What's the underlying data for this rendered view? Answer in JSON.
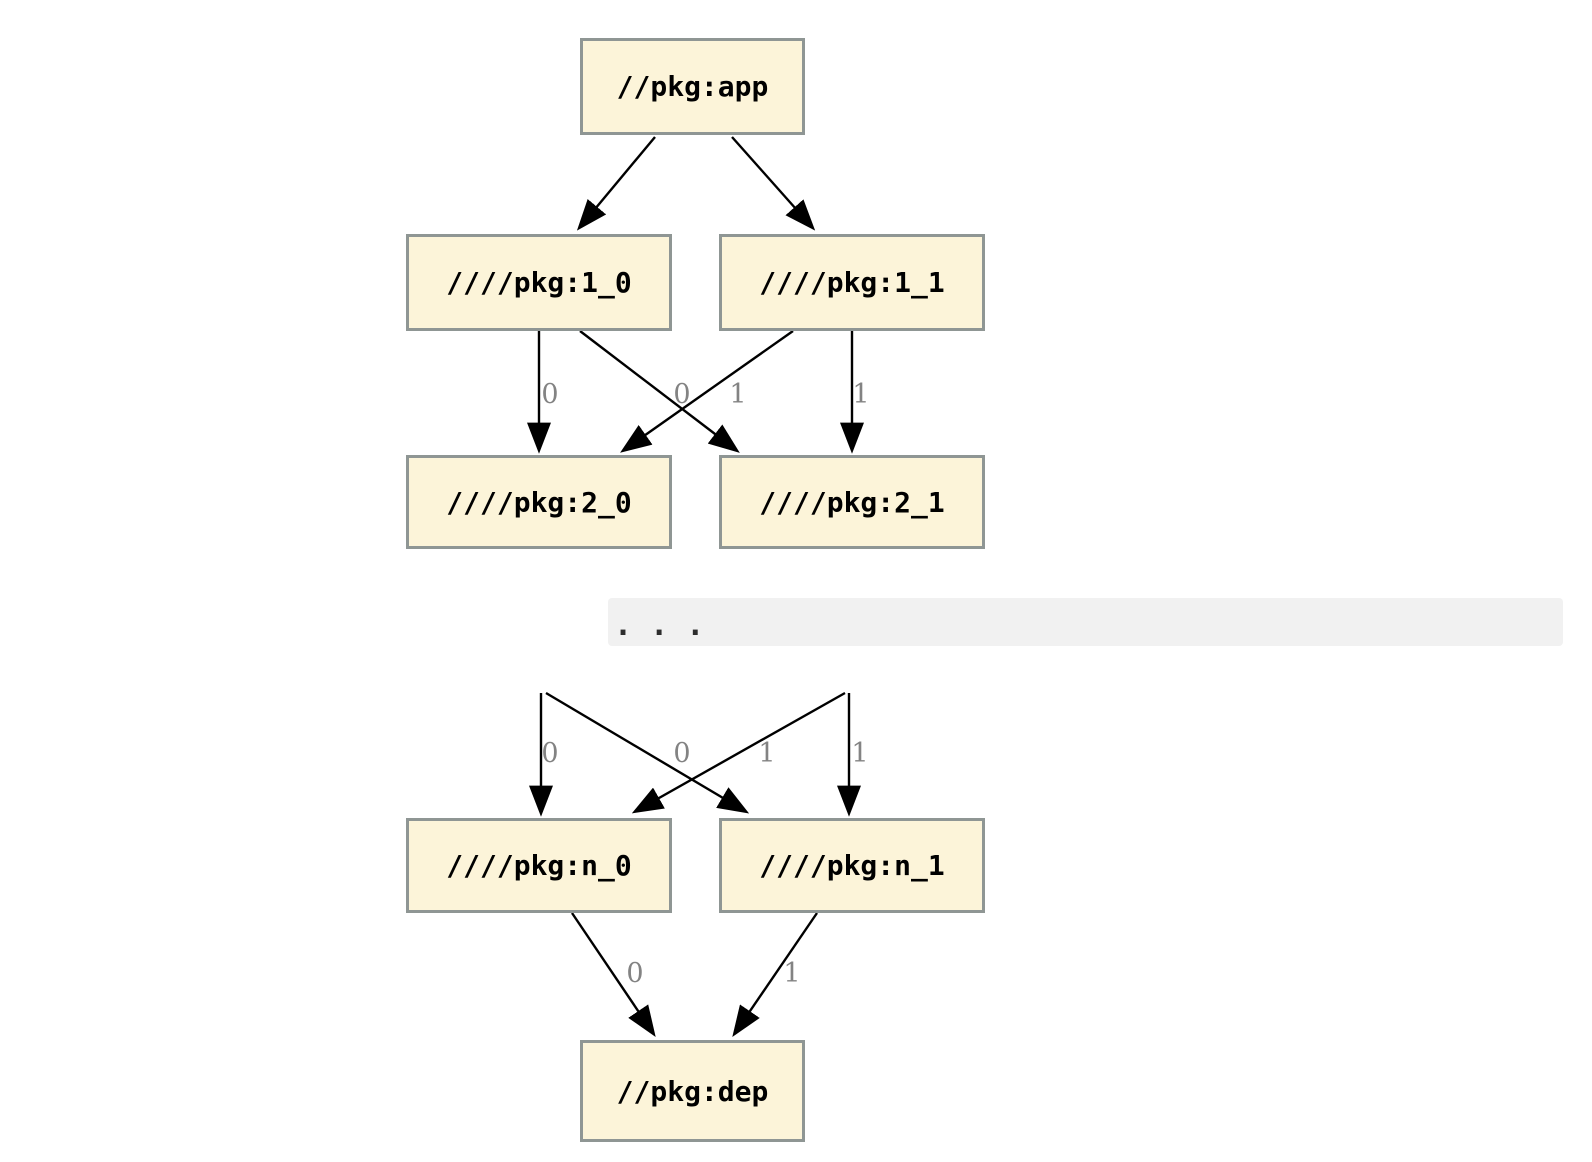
{
  "diagram": {
    "type": "dependency-graph",
    "ellipsis": ". . .",
    "colors": {
      "node_fill": "#fcf4d9",
      "node_border": "#8f9694",
      "edge": "#000000",
      "edge_label": "#838383",
      "ellipsis_band_background": "#f1f1f1",
      "ellipsis_dots": "#2d2d2d"
    },
    "nodes": {
      "app": {
        "label": "//pkg:app"
      },
      "1_0": {
        "label": "////pkg:1_0"
      },
      "1_1": {
        "label": "////pkg:1_1"
      },
      "2_0": {
        "label": "////pkg:2_0"
      },
      "2_1": {
        "label": "////pkg:2_1"
      },
      "n_0": {
        "label": "////pkg:n_0"
      },
      "n_1": {
        "label": "////pkg:n_1"
      },
      "dep": {
        "label": "//pkg:dep"
      }
    },
    "edges": [
      {
        "from": "//pkg:app",
        "to": "////pkg:1_0",
        "label": ""
      },
      {
        "from": "//pkg:app",
        "to": "////pkg:1_1",
        "label": ""
      },
      {
        "from": "////pkg:1_0",
        "to": "////pkg:2_0",
        "label": "0"
      },
      {
        "from": "////pkg:1_0",
        "to": "////pkg:2_1",
        "label": "1"
      },
      {
        "from": "////pkg:1_1",
        "to": "////pkg:2_0",
        "label": "0"
      },
      {
        "from": "////pkg:1_1",
        "to": "////pkg:2_1",
        "label": "1"
      },
      {
        "from": "...",
        "to": "////pkg:n_0",
        "label": "0"
      },
      {
        "from": "...",
        "to": "////pkg:n_1",
        "label": "1"
      },
      {
        "from": "...",
        "to": "////pkg:n_0",
        "label": "0"
      },
      {
        "from": "...",
        "to": "////pkg:n_1",
        "label": "1"
      },
      {
        "from": "////pkg:n_0",
        "to": "//pkg:dep",
        "label": "0"
      },
      {
        "from": "////pkg:n_1",
        "to": "//pkg:dep",
        "label": "1"
      }
    ]
  }
}
